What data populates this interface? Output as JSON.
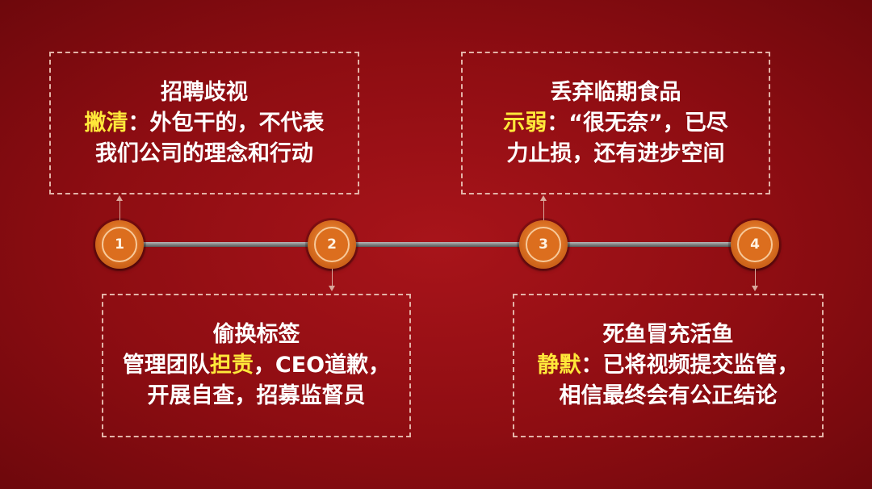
{
  "steps": [
    {
      "number": "1",
      "title": "招聘歧视",
      "highlight": "撇清",
      "rest1": "：外包干的，不代表",
      "line3": "我们公司的理念和行动"
    },
    {
      "number": "2",
      "title": "偷换标签",
      "pre": "管理团队",
      "highlight": "担责",
      "post": "，CEO道歉，",
      "line3": "开展自查，招募监督员"
    },
    {
      "number": "3",
      "title": "丢弃临期食品",
      "highlight": "示弱",
      "rest1": "：“很无奈”，已尽",
      "line3": "力止损，还有进步空间"
    },
    {
      "number": "4",
      "title": "死鱼冒充活鱼",
      "highlight": "静默",
      "rest1": "：已将视频提交监管，",
      "line3": "相信最终会有公正结论"
    }
  ],
  "colors": {
    "background": "#8e0d12",
    "node": "#dc6e1e",
    "highlight": "#ffe83a",
    "text": "#ffffff",
    "dash_border": "#e3b3a8"
  }
}
